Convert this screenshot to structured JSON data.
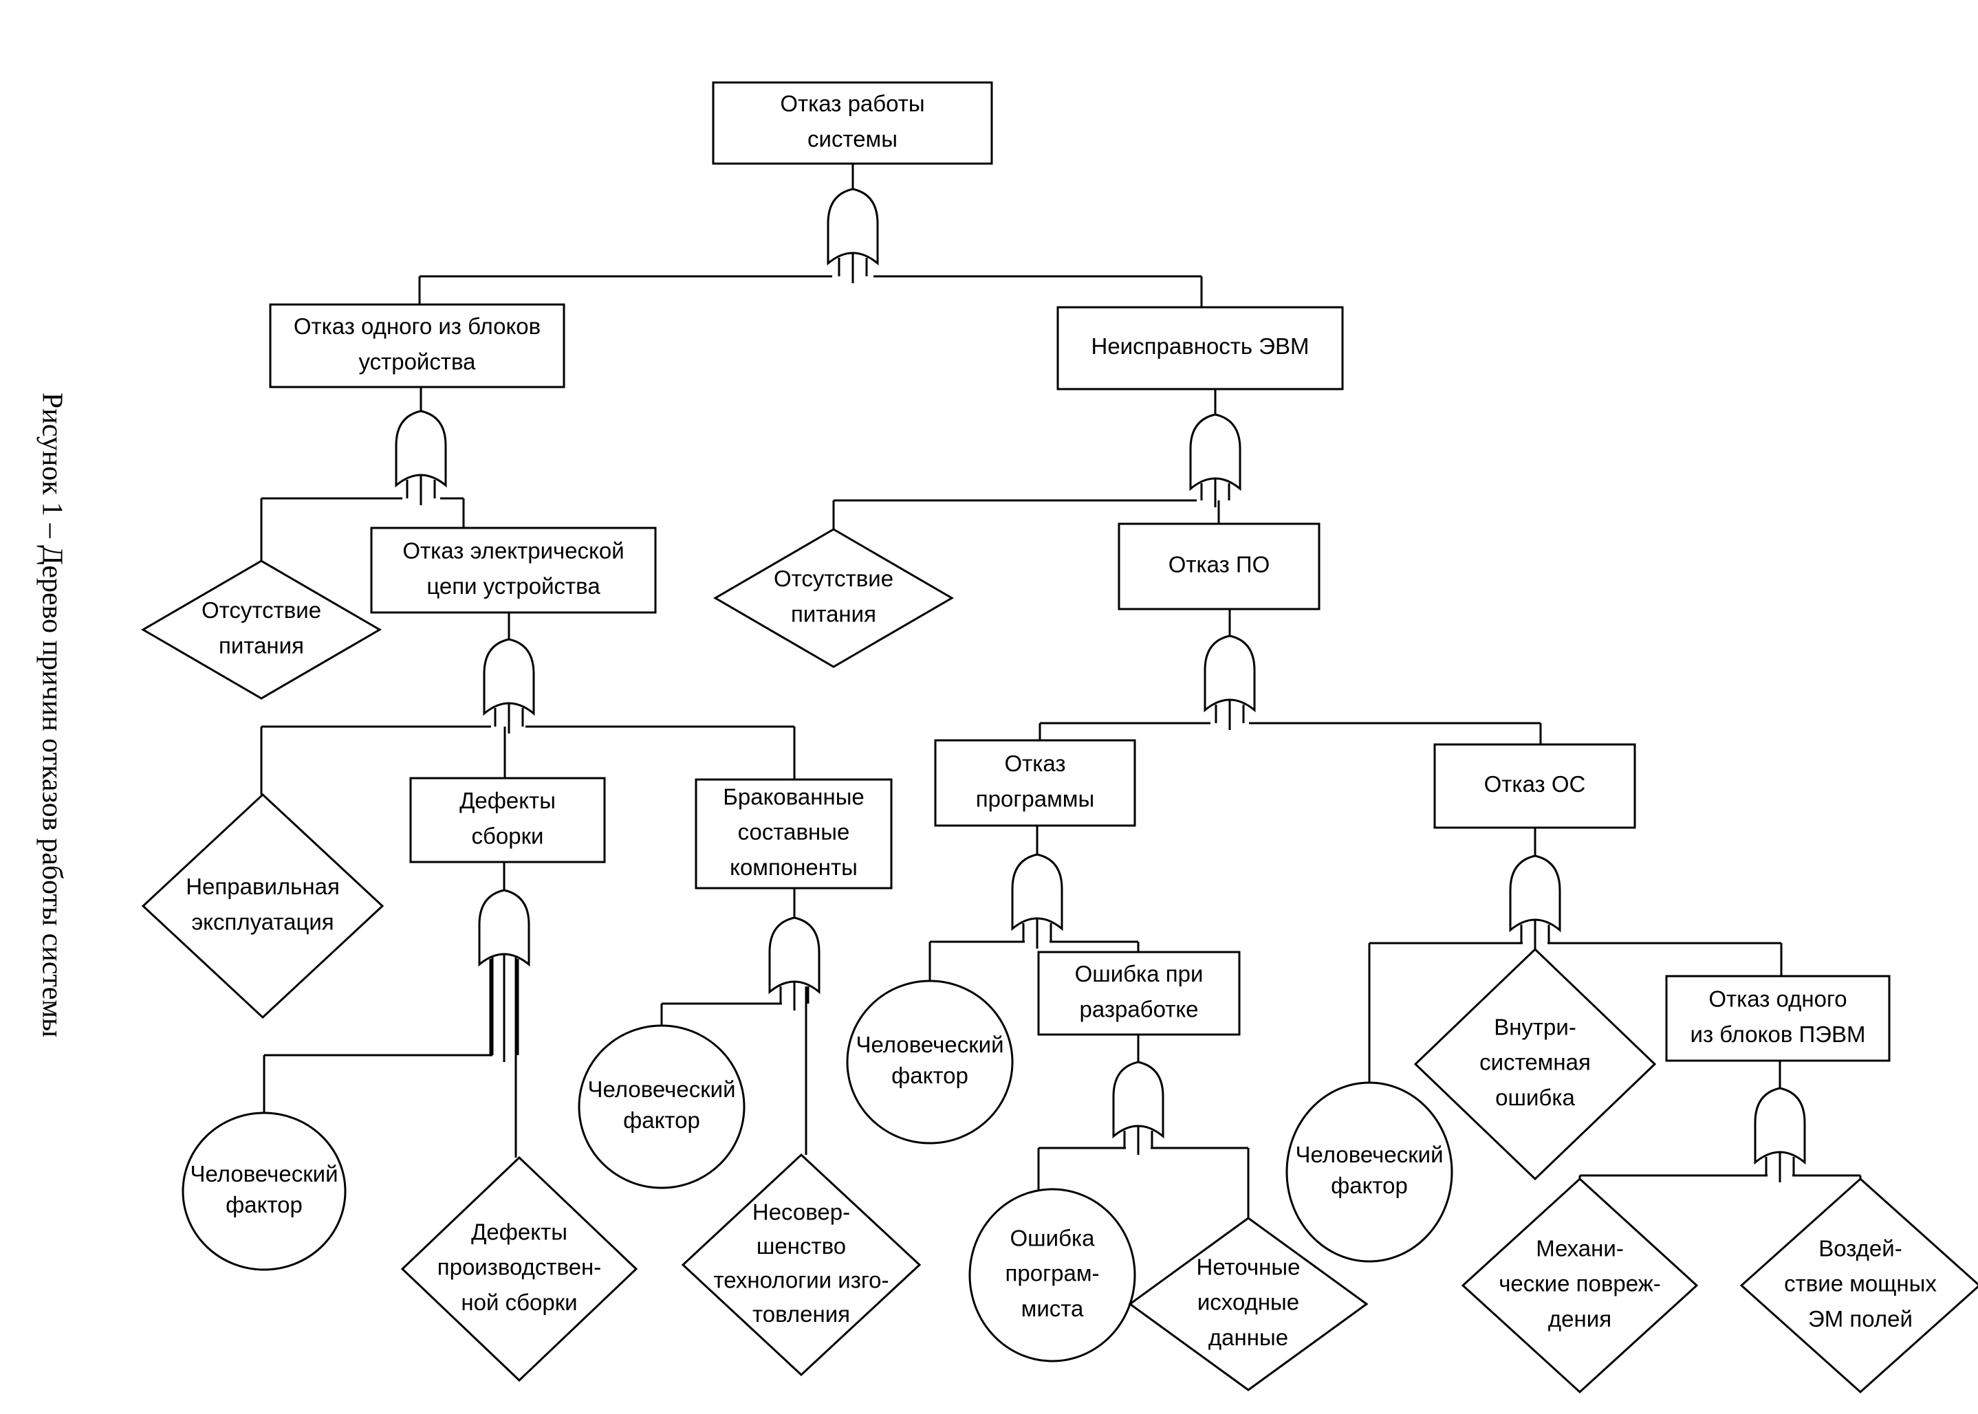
{
  "caption": "Рисунок  1 – Дерево причин отказов работы системы",
  "nodes": {
    "n_top": {
      "shape": "rect",
      "lines": [
        "Отказ работы",
        "системы"
      ]
    },
    "n_block": {
      "shape": "rect",
      "lines": [
        "Отказ одного из блоков",
        "устройства"
      ]
    },
    "n_evm": {
      "shape": "rect",
      "lines": [
        "Неисправность ЭВМ"
      ]
    },
    "n_power1": {
      "shape": "diamond",
      "lines": [
        "Отсутствие",
        "питания"
      ]
    },
    "n_elec": {
      "shape": "rect",
      "lines": [
        "Отказ электрической",
        "цепи устройства"
      ]
    },
    "n_power2": {
      "shape": "diamond",
      "lines": [
        "Отсутствие",
        "питания"
      ]
    },
    "n_po": {
      "shape": "rect",
      "lines": [
        "Отказ ПО"
      ]
    },
    "n_misuse": {
      "shape": "diamond",
      "lines": [
        "Неправильная",
        "эксплуатация"
      ]
    },
    "n_asm": {
      "shape": "rect",
      "lines": [
        "Дефекты",
        "сборки"
      ]
    },
    "n_bad": {
      "shape": "rect",
      "lines": [
        "Бракованные",
        "составные",
        "компоненты"
      ]
    },
    "n_prog": {
      "shape": "rect",
      "lines": [
        "Отказ",
        "программы"
      ]
    },
    "n_os": {
      "shape": "rect",
      "lines": [
        "Отказ ОС"
      ]
    },
    "n_hum1": {
      "shape": "circle",
      "lines": [
        "Человеческий",
        "фактор"
      ]
    },
    "n_prod": {
      "shape": "diamond",
      "lines": [
        "Дефекты",
        "производствен-",
        "ной сборки"
      ]
    },
    "n_hum2": {
      "shape": "circle",
      "lines": [
        "Человеческий",
        "фактор"
      ]
    },
    "n_tech": {
      "shape": "diamond",
      "lines": [
        "Несовер-",
        "шенство",
        "технологии изго-",
        "товления"
      ]
    },
    "n_hum3": {
      "shape": "circle",
      "lines": [
        "Человеческий",
        "фактор"
      ]
    },
    "n_dev": {
      "shape": "rect",
      "lines": [
        "Ошибка при",
        "разработке"
      ]
    },
    "n_progerr": {
      "shape": "circle",
      "lines": [
        "Ошибка",
        "програм-",
        "миста"
      ]
    },
    "n_input": {
      "shape": "diamond",
      "lines": [
        "Неточные",
        "исходные",
        "данные"
      ]
    },
    "n_hum4": {
      "shape": "circle",
      "lines": [
        "Человеческий",
        "фактор"
      ]
    },
    "n_intra": {
      "shape": "diamond",
      "lines": [
        "Внутри-",
        "системная",
        "ошибка"
      ]
    },
    "n_pevm": {
      "shape": "rect",
      "lines": [
        "Отказ одного",
        "из блоков ПЭВМ"
      ]
    },
    "n_mech": {
      "shape": "diamond",
      "lines": [
        "Механи-",
        "ческие повреж-",
        "дения"
      ]
    },
    "n_em": {
      "shape": "diamond",
      "lines": [
        "Воздей-",
        "ствие мощных",
        "ЭМ полей"
      ]
    }
  },
  "gates": [
    {
      "type": "OR",
      "parent": "n_top",
      "children": [
        "n_block",
        "n_evm"
      ]
    },
    {
      "type": "OR",
      "parent": "n_block",
      "children": [
        "n_power1",
        "n_elec"
      ]
    },
    {
      "type": "OR",
      "parent": "n_evm",
      "children": [
        "n_power2",
        "n_po"
      ]
    },
    {
      "type": "OR",
      "parent": "n_elec",
      "children": [
        "n_misuse",
        "n_asm",
        "n_bad"
      ]
    },
    {
      "type": "OR",
      "parent": "n_po",
      "children": [
        "n_prog",
        "n_os"
      ]
    },
    {
      "type": "OR",
      "parent": "n_asm",
      "children": [
        "n_hum1",
        "n_prod"
      ]
    },
    {
      "type": "OR",
      "parent": "n_bad",
      "children": [
        "n_hum2",
        "n_tech"
      ]
    },
    {
      "type": "OR",
      "parent": "n_prog",
      "children": [
        "n_hum3",
        "n_dev"
      ]
    },
    {
      "type": "OR",
      "parent": "n_dev",
      "children": [
        "n_progerr",
        "n_input"
      ]
    },
    {
      "type": "OR",
      "parent": "n_os",
      "children": [
        "n_hum4",
        "n_intra",
        "n_pevm"
      ]
    },
    {
      "type": "OR",
      "parent": "n_pevm",
      "children": [
        "n_mech",
        "n_em"
      ]
    }
  ]
}
